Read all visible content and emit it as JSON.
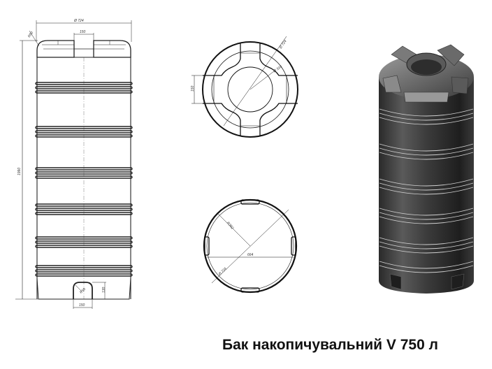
{
  "caption": {
    "title": "Бак накопичувальний V 750 л"
  },
  "side_view": {
    "dims": {
      "diameter_top": "Ø 724",
      "hatch_width": "150",
      "top_radius": "R50",
      "height": "1990",
      "bottom_outlet_width": "150",
      "bottom_outlet_height": "130",
      "bottom_outlet_radius": "R50"
    }
  },
  "top_view": {
    "dims": {
      "outer_diameter": "Ø 724",
      "inner_diameter": "Ø 310",
      "lug_width": "150"
    }
  },
  "bottom_view": {
    "dims": {
      "radius": "R362",
      "inner_span": "664",
      "outer_diameter": "Ø 724"
    }
  },
  "render_3d": {
    "label": "3D render of tank"
  }
}
